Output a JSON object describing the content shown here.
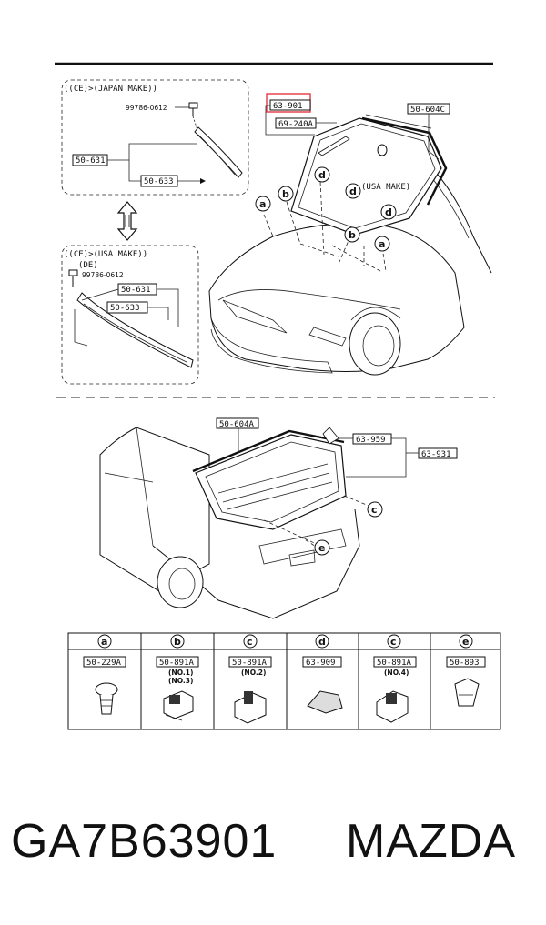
{
  "front": {
    "japan_header": "((CE)>(JAPAN MAKE))",
    "usa_header": "((CE)>(USA MAKE))",
    "usa_subheader": "(DE)",
    "screw_part": "99786-0612",
    "screw_part_usa": "99786-0612",
    "label_631_jp": "50-631",
    "label_633_jp": "50-633",
    "label_631_us": "50-631",
    "label_633_us": "50-633",
    "highlight_part": "63-901",
    "part_69240a": "69-240A",
    "part_50604c": "50-604C",
    "usa_make_note": "(USA MAKE)"
  },
  "rear": {
    "part_50604a": "50-604A",
    "part_63959": "63-959",
    "part_63931": "63-931"
  },
  "callouts": {
    "a": "a",
    "b": "b",
    "c": "c",
    "d": "d",
    "e": "e"
  },
  "legend": [
    {
      "key": "a",
      "part": "50-229A",
      "note1": "",
      "note2": ""
    },
    {
      "key": "b",
      "part": "50-891A",
      "note1": "(NO.1)",
      "note2": "(NO.3)"
    },
    {
      "key": "c",
      "part": "50-891A",
      "note1": "(NO.2)",
      "note2": ""
    },
    {
      "key": "d",
      "part": "63-909",
      "note1": "",
      "note2": ""
    },
    {
      "key": "c",
      "part": "50-891A",
      "note1": "(NO.4)",
      "note2": ""
    },
    {
      "key": "e",
      "part": "50-893",
      "note1": "",
      "note2": ""
    }
  ],
  "footer": {
    "part_number": "GA7B63901",
    "brand": "MAZDA"
  },
  "colors": {
    "highlight": "#e8434f",
    "ink": "#111111"
  }
}
